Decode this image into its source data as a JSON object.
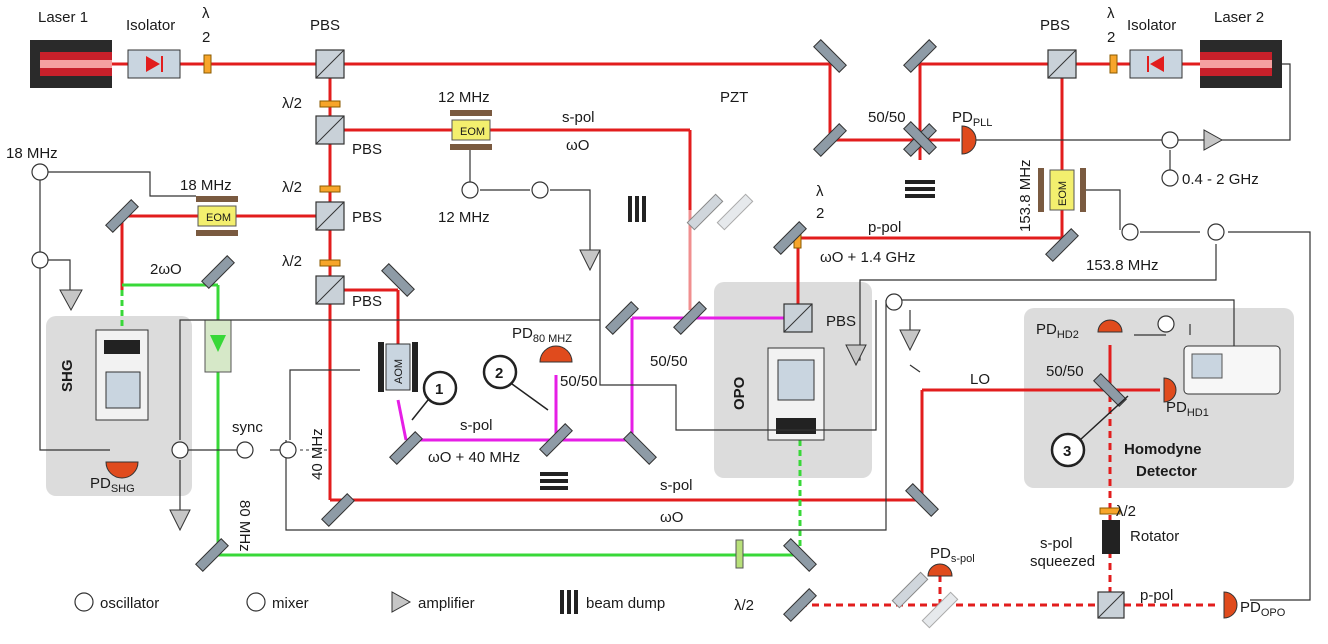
{
  "components": {
    "laser1": "Laser 1",
    "laser2": "Laser 2",
    "isolator": "Isolator",
    "pbs": "PBS",
    "half": "λ/2",
    "half_num": "λ",
    "half_den": "2",
    "eom": "EOM",
    "aom": "AOM",
    "pzt": "PZT",
    "fifty": "50/50",
    "shg": "SHG",
    "opo": "OPO",
    "rotator": "Rotator",
    "homodyne1": "Homodyne",
    "homodyne2": "Detector",
    "sync": "sync",
    "lo": "LO"
  },
  "freqs": {
    "f12a": "12 MHz",
    "f12b": "12 MHz",
    "f18a": "18 MHz",
    "f18b": "18 MHz",
    "f153a": "153.8 MHz",
    "f153b": "153.8 MHz",
    "f04": "0.4 - 2 GHz",
    "f40": "40 MHz",
    "f80": "80 MHz"
  },
  "beams": {
    "spol": "s-pol",
    "ppol": "p-pol",
    "omega0": "ωO",
    "two_omega": "2ωO",
    "omega14": "ωO + 1.4 GHz",
    "omega40": "ωO + 40 MHz",
    "spol_squeezed_1": "s-pol",
    "spol_squeezed_2": "squeezed"
  },
  "detectors": {
    "pd_pll": "PD",
    "pd_pll_sub": "PLL",
    "pd_80": "PD",
    "pd_80_sub": "80 MHZ",
    "pd_shg": "PD",
    "pd_shg_sub": "SHG",
    "pd_hd1": "PD",
    "pd_hd1_sub": "HD1",
    "pd_hd2": "PD",
    "pd_hd2_sub": "HD2",
    "pd_spol": "PD",
    "pd_spol_sub": "s-pol",
    "pd_opo": "PD",
    "pd_opo_sub": "OPO"
  },
  "markers": [
    "1",
    "2",
    "3"
  ],
  "legend": {
    "oscillator": "oscillator",
    "mixer": "mixer",
    "amplifier": "amplifier",
    "beam_dump": "beam dump"
  },
  "colors": {
    "laser_red": "#e21d1d",
    "green": "#38d838",
    "magenta": "#e61ee6",
    "box_gray": "#dcdcdc"
  }
}
